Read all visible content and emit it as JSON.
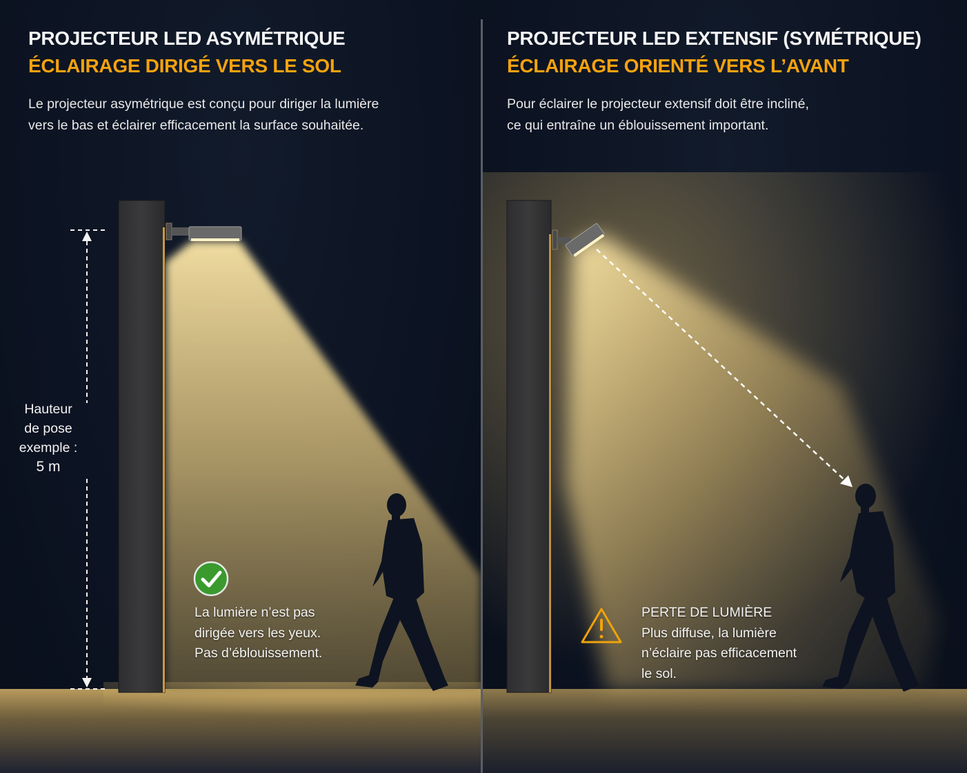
{
  "left_panel": {
    "title": "PROJECTEUR LED ASYMÉTRIQUE",
    "subtitle": "ÉCLAIRAGE DIRIGÉ VERS LE SOL",
    "description_lines": [
      "Le projecteur asymétrique est conçu pour diriger la lumière",
      "vers le bas et éclairer efficacement la surface souhaitée."
    ],
    "height_label": {
      "lines": [
        "Hauteur",
        "de pose",
        "exemple :"
      ],
      "value": "5 m"
    },
    "note": {
      "icon": "check-circle-icon",
      "lines": [
        "La lumière n’est pas",
        "dirigée vers les yeux.",
        "Pas d’éblouissement."
      ]
    }
  },
  "right_panel": {
    "title": "PROJECTEUR LED EXTENSIF (SYMÉTRIQUE)",
    "subtitle": "ÉCLAIRAGE ORIENTÉ VERS L’AVANT",
    "description_lines": [
      "Pour éclairer le projecteur extensif doit être incliné,",
      "ce qui entraîne un éblouissement important."
    ],
    "note": {
      "icon": "warning-triangle-icon",
      "heading": "PERTE DE LUMIÈRE",
      "lines": [
        "Plus diffuse, la lumière",
        "n’éclaire pas efficacement",
        "le sol."
      ]
    }
  },
  "colors": {
    "background": "#0c1322",
    "accent_orange": "#f5a20e",
    "light_beam": "#f3d98c",
    "check_green": "#3a9a2e",
    "warning_orange": "#f0a30a",
    "divider": "#5a5f66"
  }
}
